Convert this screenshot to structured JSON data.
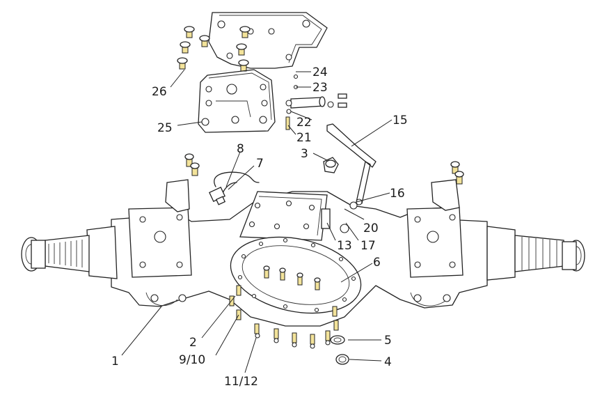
{
  "diagram": {
    "labels": [
      {
        "id": "1",
        "text": "1"
      },
      {
        "id": "2",
        "text": "2"
      },
      {
        "id": "3",
        "text": "3"
      },
      {
        "id": "4",
        "text": "4"
      },
      {
        "id": "5",
        "text": "5"
      },
      {
        "id": "6",
        "text": "6"
      },
      {
        "id": "7",
        "text": "7"
      },
      {
        "id": "8",
        "text": "8"
      },
      {
        "id": "9_10",
        "text": "9/10"
      },
      {
        "id": "11_12",
        "text": "11/12"
      },
      {
        "id": "13",
        "text": "13"
      },
      {
        "id": "15",
        "text": "15"
      },
      {
        "id": "16",
        "text": "16"
      },
      {
        "id": "17",
        "text": "17"
      },
      {
        "id": "20",
        "text": "20"
      },
      {
        "id": "21",
        "text": "21"
      },
      {
        "id": "22",
        "text": "22"
      },
      {
        "id": "23",
        "text": "23"
      },
      {
        "id": "24",
        "text": "24"
      },
      {
        "id": "25",
        "text": "25"
      },
      {
        "id": "26",
        "text": "26"
      }
    ]
  }
}
